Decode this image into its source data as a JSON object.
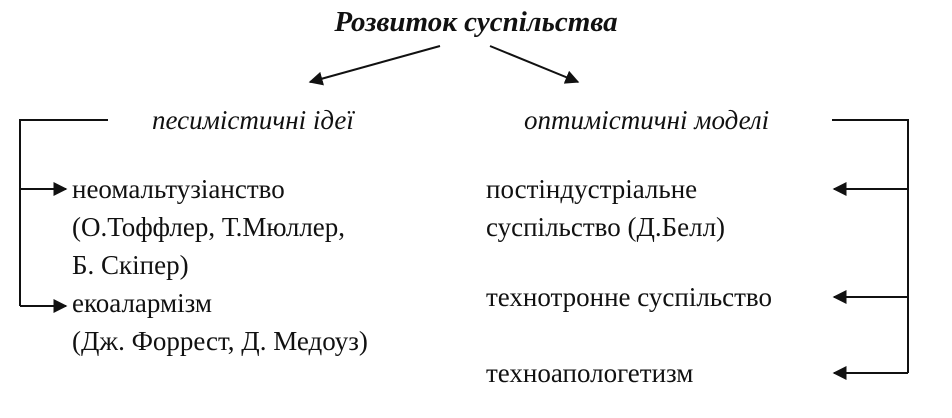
{
  "title": "Розвиток суспільства",
  "branches": {
    "pessimistic": {
      "label": "песимістичні ідеї",
      "items": [
        {
          "lines": [
            "неомальтузіанство",
            "(О.Тоффлер, Т.Мюллер,",
            "Б. Скіпер)"
          ]
        },
        {
          "lines": [
            "екоалармізм",
            "(Дж. Форрест, Д. Медоуз)"
          ]
        }
      ]
    },
    "optimistic": {
      "label": "оптимістичні моделі",
      "items": [
        {
          "lines": [
            "постіндустріальне",
            "суспільство (Д.Белл)"
          ]
        },
        {
          "lines": [
            "технотронне суспільство"
          ]
        },
        {
          "lines": [
            "техноапологетизм"
          ]
        }
      ]
    }
  },
  "colors": {
    "ink": "#111111",
    "background": "#ffffff"
  }
}
